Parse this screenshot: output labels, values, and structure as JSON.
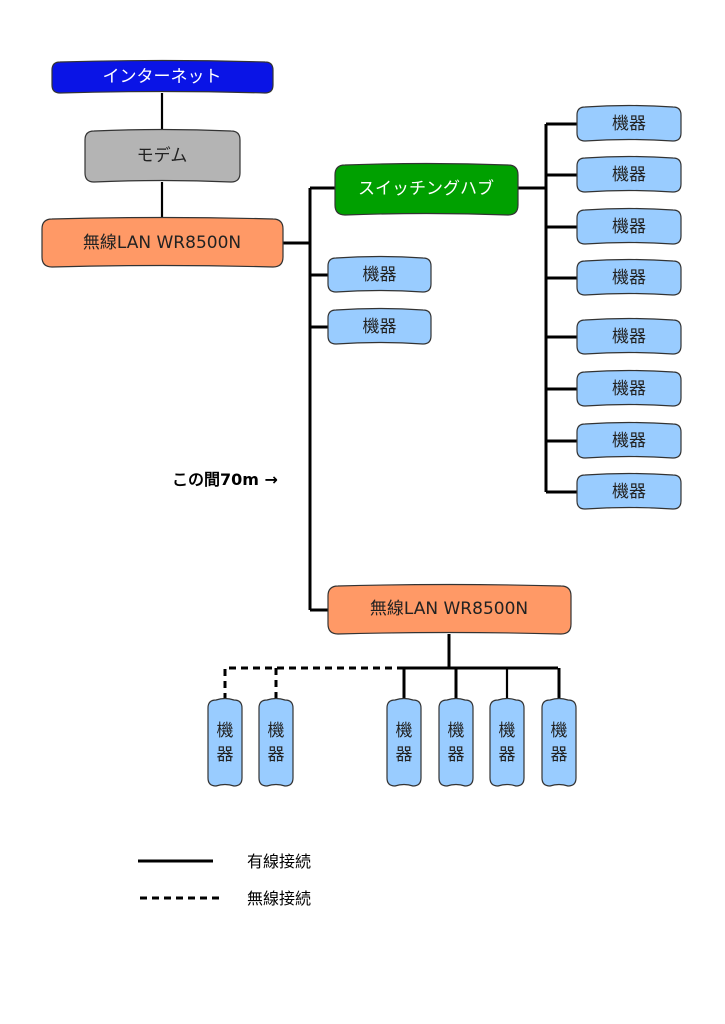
{
  "colors": {
    "internet": "#0a14e6",
    "modem": "#b4b4b4",
    "router": "#ff9966",
    "switch": "#00a000",
    "device": "#99ccff",
    "line": "#000000"
  },
  "nodes": {
    "internet": "インターネット",
    "modem": "モデム",
    "router_main": "無線LAN WR8500N",
    "switch_hub": "スイッチングハブ",
    "router_remote": "無線LAN WR8500N"
  },
  "device_label": "機器",
  "device_label_vertical": [
    "機",
    "器"
  ],
  "switch_devices_count": 8,
  "router_direct_devices_count": 2,
  "remote_wired_devices_count": 4,
  "remote_wireless_devices_count": 2,
  "distance_annotation": "この間70m →",
  "legend": {
    "wired": "有線接続",
    "wireless": "無線接続"
  }
}
